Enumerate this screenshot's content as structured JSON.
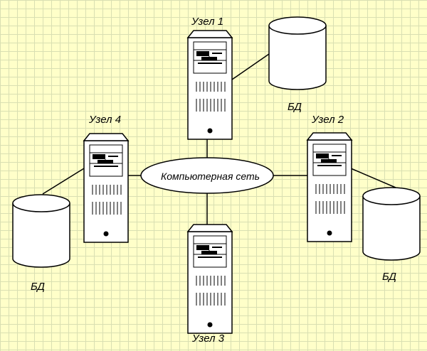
{
  "network": {
    "label": "Компьютерная сеть"
  },
  "nodes": [
    {
      "label": "Узел 1"
    },
    {
      "label": "Узел 2"
    },
    {
      "label": "Узел 3"
    },
    {
      "label": "Узел 4"
    }
  ],
  "databases": [
    {
      "label": "БД"
    },
    {
      "label": "БД"
    },
    {
      "label": "БД"
    }
  ],
  "colors": {
    "background": "#ffffc9",
    "grid": "#d9dfb2",
    "stroke": "#000000",
    "fill": "#ffffff"
  }
}
